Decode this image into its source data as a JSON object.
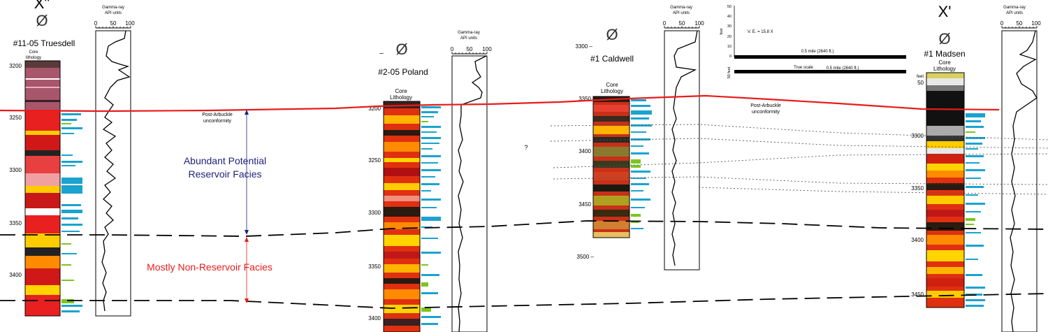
{
  "section": {
    "left_endpoint": "X\"",
    "right_endpoint": "X'",
    "well_symbol": "Ø",
    "gr_title_line1": "Gamma-ray",
    "gr_title_line2": "API units",
    "gr_ticks": [
      "0",
      "50",
      "100"
    ],
    "core_line1": "Core",
    "core_line2": "Lithology",
    "core_small_line1": "Core",
    "core_small_line2": "lithology"
  },
  "wells": [
    {
      "name": "#11-05 Truesdell",
      "depth_ticks": [
        "3200",
        "3250",
        "3300",
        "3350",
        "3400"
      ]
    },
    {
      "name": "#2-05 Poland",
      "depth_ticks": [
        "3200",
        "3250",
        "3300",
        "3350",
        "3400"
      ]
    },
    {
      "name": "#1 Caldwell",
      "depth_ticks": [
        "3300 –",
        "3350",
        "3400",
        "3450",
        "3500 –"
      ]
    },
    {
      "name": "#1 Madsen",
      "depth_ticks": [
        "50",
        "3300",
        "3350",
        "3400",
        "3450"
      ]
    }
  ],
  "annotations": {
    "unconformity_left_1": "Post-Arbuckle",
    "unconformity_left_2": "unconformity",
    "unconformity_right_1": "Post-Arbuckle",
    "unconformity_right_2": "unconformity",
    "reservoir_1": "Abundant Potential",
    "reservoir_2": "Reservoir Facies",
    "nonreservoir": "Mostly Non-Reservoir Facies",
    "question_mark": "?",
    "madsen_depth_label": "feet"
  },
  "scale": {
    "vertical_ticks": [
      "50",
      "40",
      "30",
      "20",
      "10",
      "0"
    ],
    "feet_label": "feet",
    "ve_label": "V. E. = 15.8 X",
    "bar1_label": "0.5 mile (2640 ft.)",
    "true_scale_label": "True scale",
    "bar2_label": "0.5 mile (2640 ft.)",
    "fifty_feet_label": "50 feet"
  },
  "colors": {
    "unconformity": "#e81c1c",
    "reservoir_text": "#1f1f7a",
    "nonreservoir_text": "#e81c1c",
    "porosity_blue": "#1aa3cf",
    "porosity_green": "#7cc520"
  }
}
